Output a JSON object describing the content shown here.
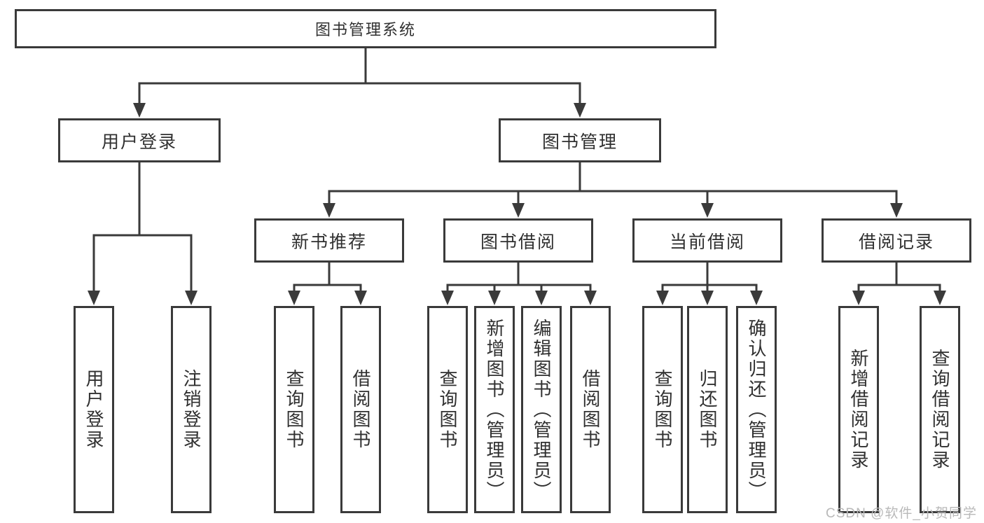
{
  "diagram": {
    "root": {
      "label": "图书管理系统"
    },
    "branches": [
      {
        "label": "用户登录",
        "children": [
          "用户登录",
          "注销登录"
        ]
      },
      {
        "label": "图书管理",
        "sections": [
          {
            "label": "新书推荐",
            "children": [
              "查询图书",
              "借阅图书"
            ]
          },
          {
            "label": "图书借阅",
            "children": [
              "查询图书",
              "新增图书（管理员）",
              "编辑图书（管理员）",
              "借阅图书"
            ]
          },
          {
            "label": "当前借阅",
            "children": [
              "查询图书",
              "归还图书",
              "确认归还（管理员）"
            ]
          },
          {
            "label": "借阅记录",
            "children": [
              "新增借阅记录",
              "查询借阅记录"
            ]
          }
        ]
      }
    ]
  },
  "watermark": {
    "text": "CSDN @软件_小贺同学"
  },
  "colors": {
    "line": "#3a3a3a",
    "text": "#303030",
    "box_background": "#ffffff",
    "page_background": "#ffffff",
    "watermark": "#b9b9b9"
  }
}
